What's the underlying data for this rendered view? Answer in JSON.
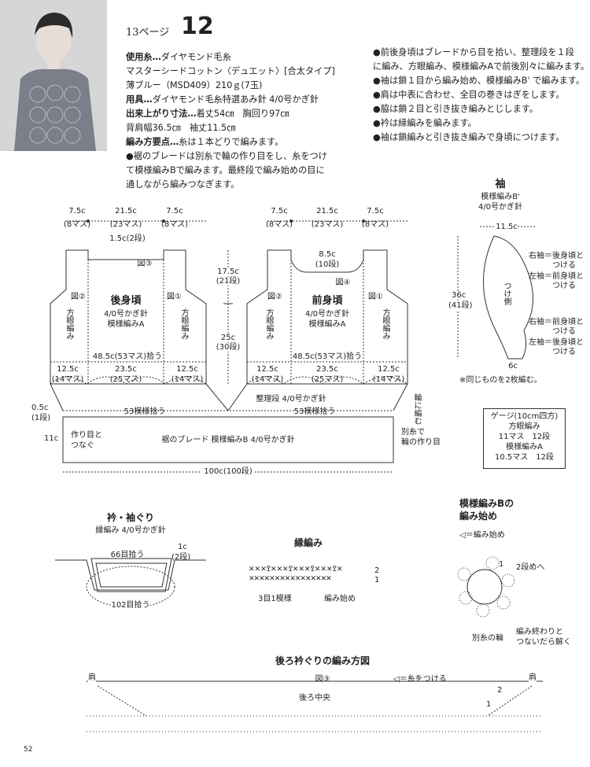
{
  "header": {
    "page_ref": "13ページ",
    "pattern_no": "12"
  },
  "spec": {
    "yarn_label": "使用糸…",
    "yarn_line1": "ダイヤモンド毛糸",
    "yarn_line2": "マスターシードコットン〈デュエット〉[合太タイプ]",
    "yarn_line3": "薄ブルー（MSD409）210ｇ(7玉)",
    "tools_label": "用具…",
    "tools_text": "ダイヤモンド毛糸特選あみ針 4/0号かぎ針",
    "size_label": "出来上がり寸法…",
    "size_text": "着丈54㎝　胸回り97㎝",
    "size_line2": "背肩幅36.5㎝　袖丈11.5㎝",
    "points_label": "編み方要点…",
    "points_text": "糸は１本どりで編みます。",
    "p1": "●裾のブレードは別糸で輪の作り目をし、糸をつけ",
    "p2": "て模様編みBで編みます。最終段で編み始めの目に",
    "p3": "通しながら編みつなぎます。"
  },
  "notes": [
    "●前後身頃はブレードから目を拾い、整理段を１段",
    "に編み、方眼編み、模様編みAで前後別々に編みます。",
    "●袖は鎖１目から編み始め、模様編みB' で編みます。",
    "●肩は中表に合わせ、全目の巻きはぎをします。",
    "●脇は鎖２目と引き抜き編みとじします。",
    "●衿は縁編みを編みます。",
    "●袖は鎖編みと引き抜き編みで身頃につけます。"
  ],
  "back": {
    "d1": "7.5c",
    "d1s": "(8マス)",
    "d2": "21.5c",
    "d2s": "(23マス)",
    "d3": "7.5c",
    "d3s": "(8マス)",
    "neck": "1.5c(2段)",
    "fig": "図③",
    "fig2": "図②",
    "fig1": "図①",
    "title": "後身頃",
    "hook": "4/0号かぎ針",
    "pattern": "模様編みA",
    "side": "方眼編み",
    "pick": "48.5c(53マス)拾う",
    "b1": "12.5c",
    "b1s": "(14マス)",
    "b2": "23.5c",
    "b2s": "(25マス)",
    "b3": "12.5c",
    "b3s": "(14マス)"
  },
  "mid": {
    "h1": "17.5c",
    "h1s": "(21段)",
    "h2": "25c",
    "h2s": "(30段)"
  },
  "front": {
    "d1": "7.5c",
    "d1s": "(8マス)",
    "d2": "21.5c",
    "d2s": "(23マス)",
    "d3": "7.5c",
    "d3s": "(8マス)",
    "neck": "8.5c",
    "necks": "(10段)",
    "fig": "図④",
    "fig2": "図②",
    "fig1": "図①",
    "title": "前身頃",
    "hook": "4/0号かぎ針",
    "pattern": "模様編みA",
    "side": "方眼編み",
    "pick": "48.5c(53マス)拾う",
    "b1": "12.5c",
    "b1s": "(14マス)",
    "b2": "23.5c",
    "b2s": "(25マス)",
    "b3": "12.5c",
    "b3s": "(14マス)"
  },
  "braid": {
    "h1": "0.5c",
    "h1s": "(1段)",
    "pick_left": "53模様拾う",
    "adjust": "整理段 4/0号かぎ針",
    "pick_right": "53模様拾う",
    "h2": "11c",
    "join": "作り目と",
    "join2": "つなぐ",
    "title": "裾のブレード 模様編みB 4/0号かぎ針",
    "ring_note": "輪に編む",
    "sep1": "別糸で",
    "sep2": "輪の作り目",
    "width": "100c(100段)"
  },
  "sleeve": {
    "title": "袖",
    "pattern": "模様編みB'",
    "hook": "4/0号かぎ針",
    "top": "11.5c",
    "height": "36c",
    "height_s": "(41段)",
    "side": "つけ側",
    "r1": "右袖＝後身頃と",
    "r1b": "つける",
    "l1": "左袖＝前身頃と",
    "l1b": "つける",
    "r2": "右袖＝前身頃と",
    "r2b": "つける",
    "l2": "左袖＝後身頃と",
    "l2b": "つける",
    "bottom": "6c",
    "note": "※同じものを2枚編む。"
  },
  "gauge": {
    "title": "ゲージ(10cm四方)",
    "l1": "方眼編み",
    "l2": "11マス　12段",
    "l3": "模様編みA",
    "l4": "10.5マス　12段"
  },
  "collar": {
    "title": "衿・袖ぐり",
    "sub": "縁編み 4/0号かぎ針",
    "pick1": "66目拾う",
    "h": "1c",
    "hs": "(2段)",
    "pick2": "102目拾う"
  },
  "edge": {
    "title": "縁編み",
    "rep": "3目1模様",
    "start": "編み始め",
    "r2": "2",
    "r1": "1"
  },
  "patB": {
    "title1": "模様編みBの",
    "title2": "編み始め",
    "legend": "◁＝編み始め",
    "r1": "1",
    "r2": "2段めへ",
    "ring": "別糸の輪",
    "ring_note1": "編み終わりと",
    "ring_note2": "つないだら解く"
  },
  "neckchart": {
    "title": "後ろ衿ぐりの編み方図",
    "fig": "図③",
    "legend": "◁＝糸をつける",
    "center": "後ろ中央",
    "shoulder_l": "肩",
    "shoulder_r": "肩",
    "r1": "1",
    "r2": "2"
  },
  "footer": {
    "page": "52"
  }
}
